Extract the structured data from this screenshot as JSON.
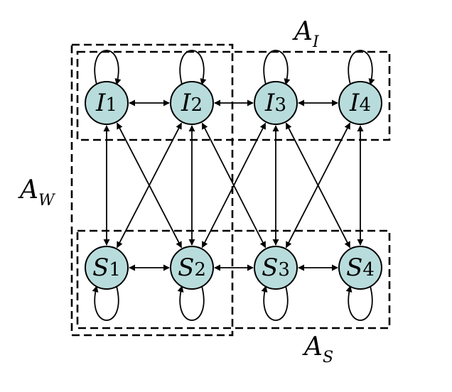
{
  "nodes": {
    "I1": {
      "main": "I",
      "sub": "1"
    },
    "I2": {
      "main": "I",
      "sub": "2"
    },
    "I3": {
      "main": "I",
      "sub": "3"
    },
    "I4": {
      "main": "I",
      "sub": "4"
    },
    "S1": {
      "main": "S",
      "sub": "1"
    },
    "S2": {
      "main": "S",
      "sub": "2"
    },
    "S3": {
      "main": "S",
      "sub": "3"
    },
    "S4": {
      "main": "S",
      "sub": "4"
    }
  },
  "groups": {
    "AI": {
      "main": "A",
      "sub": "I"
    },
    "AW": {
      "main": "A",
      "sub": "W"
    },
    "AS": {
      "main": "A",
      "sub": "S"
    }
  },
  "edges": [
    [
      "I1",
      "I2"
    ],
    [
      "I2",
      "I3"
    ],
    [
      "I3",
      "I4"
    ],
    [
      "S1",
      "S2"
    ],
    [
      "S2",
      "S3"
    ],
    [
      "S3",
      "S4"
    ],
    [
      "I1",
      "S1"
    ],
    [
      "I2",
      "S2"
    ],
    [
      "I3",
      "S3"
    ],
    [
      "I4",
      "S4"
    ],
    [
      "I1",
      "S2"
    ],
    [
      "I2",
      "S1"
    ],
    [
      "I2",
      "S3"
    ],
    [
      "I3",
      "S2"
    ],
    [
      "I3",
      "S4"
    ],
    [
      "I4",
      "S3"
    ]
  ],
  "self_loops": [
    "I1",
    "I2",
    "I3",
    "I4",
    "S1",
    "S2",
    "S3",
    "S4"
  ],
  "colors": {
    "node_fill": "#b8dcdc",
    "stroke": "#000000",
    "background": "#ffffff"
  }
}
